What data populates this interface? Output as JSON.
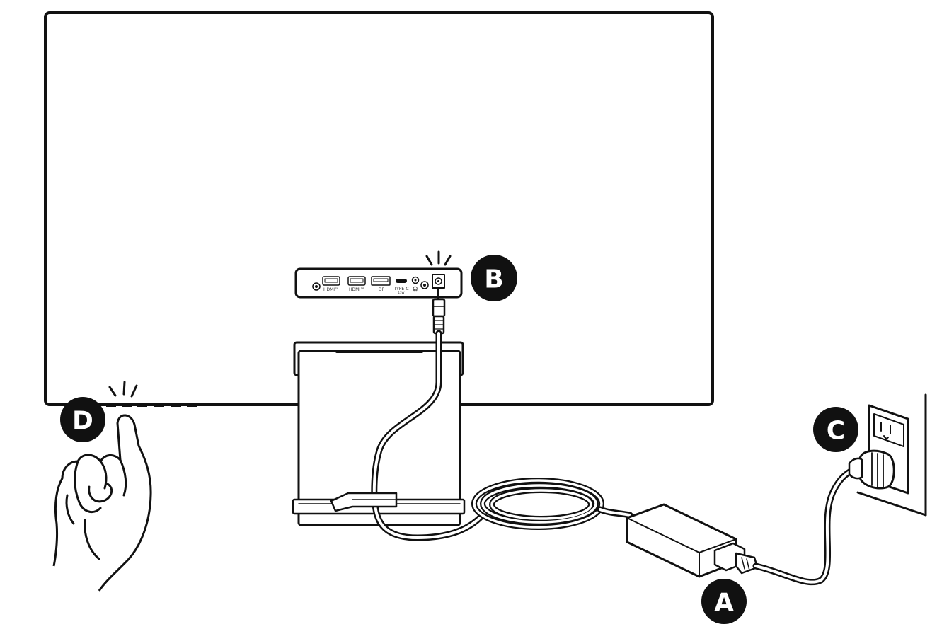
{
  "callouts": {
    "a": "A",
    "b": "B",
    "c": "C",
    "d": "D"
  },
  "ports": {
    "hdmi1": "HDMI™",
    "hdmi2": "HDMI™",
    "dp": "DP",
    "usbc": "TYPE-C",
    "usbc_sub": "15W",
    "audio": "🎧"
  },
  "colors": {
    "line": "#111111",
    "background": "#ffffff",
    "callout_fill": "#111111",
    "callout_text": "#ffffff"
  },
  "icons": [
    "hand-pointing-icon",
    "press-indicator-icon",
    "wall-outlet-icon",
    "power-adapter-icon",
    "dc-plug-icon",
    "ac-plug-icon"
  ]
}
